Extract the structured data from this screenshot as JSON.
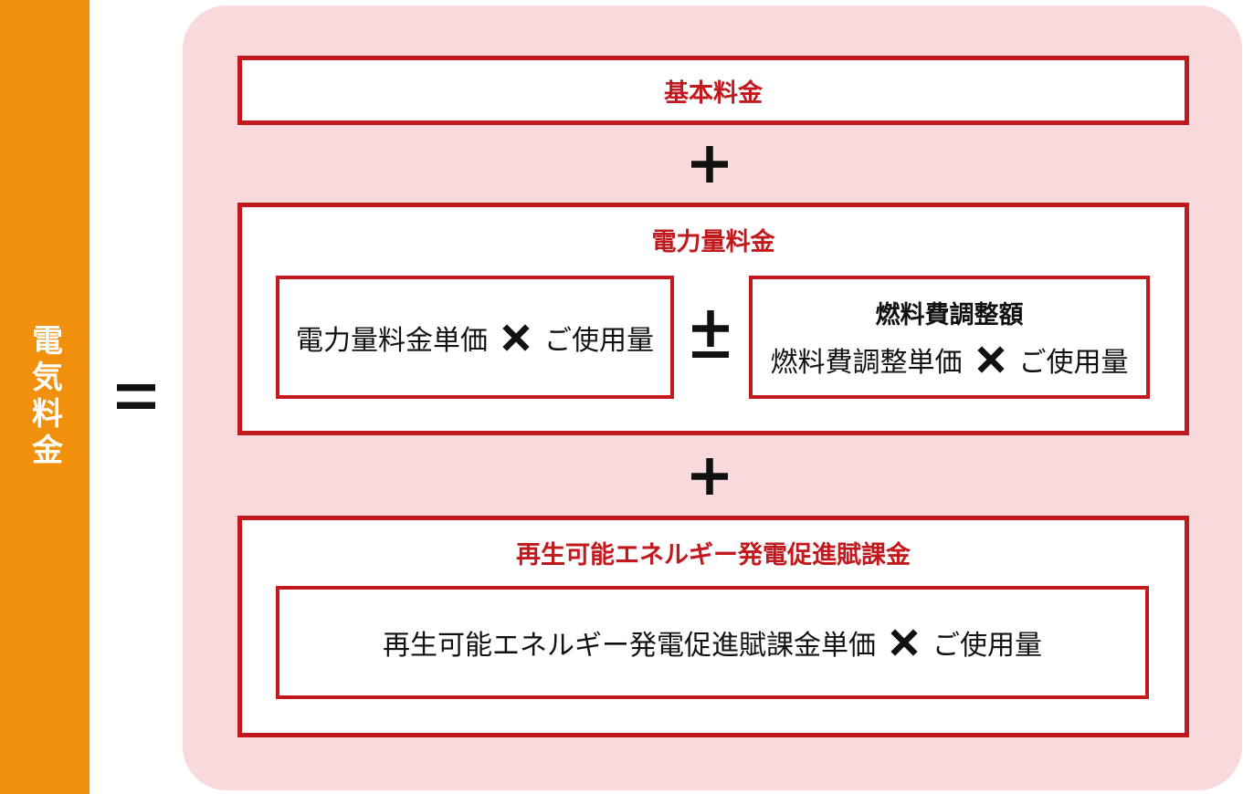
{
  "colors": {
    "accent_orange": "#F0900C",
    "panel_pink": "#F8DADD",
    "border_red": "#C2191F",
    "text_black": "#111111",
    "white": "#FFFFFF"
  },
  "sidebar": {
    "label": "電気料金"
  },
  "operators": {
    "equals": "＝",
    "plus": "＋",
    "plus_minus": "±",
    "multiply": "✕"
  },
  "formula": {
    "basic_charge": {
      "title": "基本料金"
    },
    "energy_charge": {
      "title": "電力量料金",
      "unit_price_box": {
        "unit_price_label": "電力量料金単価",
        "usage_label": "ご使用量"
      },
      "fuel_adjustment_box": {
        "title": "燃料費調整額",
        "unit_price_label": "燃料費調整単価",
        "usage_label": "ご使用量"
      }
    },
    "renewable_surcharge": {
      "title": "再生可能エネルギー発電促進賦課金",
      "calc_box": {
        "unit_price_label": "再生可能エネルギー発電促進賦課金単価",
        "usage_label": "ご使用量"
      }
    }
  }
}
